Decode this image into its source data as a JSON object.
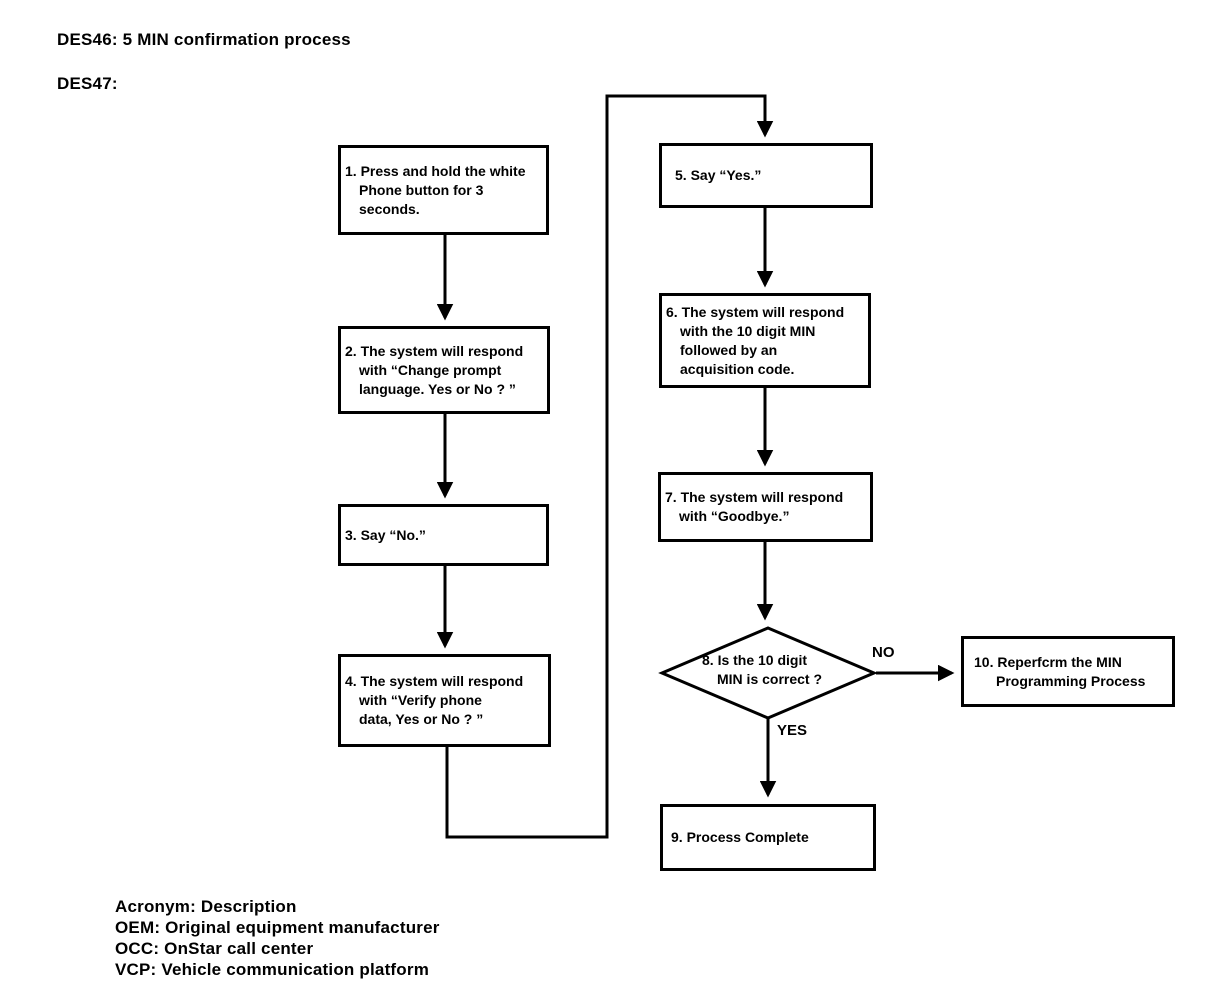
{
  "page": {
    "title1": "DES46: 5 MIN confirmation process",
    "title2": "DES47:"
  },
  "flow": {
    "nodes": [
      {
        "id": "1",
        "shape": "rect",
        "lines": [
          "1. Press and hold the white",
          "Phone button for 3",
          "seconds."
        ]
      },
      {
        "id": "2",
        "shape": "rect",
        "lines": [
          "2. The system will respond",
          "with “Change prompt",
          "language. Yes or No ? ”"
        ]
      },
      {
        "id": "3",
        "shape": "rect",
        "lines": [
          "3. Say “No.”"
        ]
      },
      {
        "id": "4",
        "shape": "rect",
        "lines": [
          "4. The system will respond",
          "with “Verify phone",
          "data, Yes or No ? ”"
        ]
      },
      {
        "id": "5",
        "shape": "rect",
        "lines": [
          "5. Say “Yes.”"
        ]
      },
      {
        "id": "6",
        "shape": "rect",
        "lines": [
          "6. The system will respond",
          "with the 10 digit MIN",
          "followed by an",
          "acquisition code."
        ]
      },
      {
        "id": "7",
        "shape": "rect",
        "lines": [
          "7. The system will respond",
          "with “Goodbye.”"
        ]
      },
      {
        "id": "8",
        "shape": "diamond",
        "lines": [
          "8. Is the 10 digit",
          "MIN is correct ?"
        ]
      },
      {
        "id": "9",
        "shape": "rect",
        "lines": [
          "9. Process Complete"
        ]
      },
      {
        "id": "10",
        "shape": "rect",
        "lines": [
          "10. Reperfcrm the MIN",
          "Programming Process"
        ]
      }
    ],
    "labels": {
      "no": "NO",
      "yes": "YES"
    }
  },
  "legend": {
    "lines": [
      "Acronym: Description",
      "OEM: Original equipment manufacturer",
      "OCC: OnStar call center",
      "VCP: Vehicle communication platform"
    ]
  },
  "colors": {
    "ink": "#000000",
    "paper": "#ffffff"
  }
}
